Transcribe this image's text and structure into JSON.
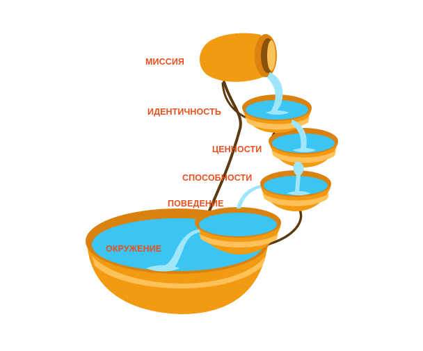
{
  "labels": {
    "mission": "МИССИЯ",
    "identity": "ИДЕНТИЧНОСТЬ",
    "values": "ЦЕННОСТИ",
    "abilities": "СПОСОБНОСТИ",
    "behavior": "ПОВЕДЕНИЕ",
    "environment": "ОКРУЖЕНИЕ"
  },
  "colors": {
    "label": "#e8501e",
    "bowl_outer": "#f29a12",
    "bowl_rim": "#d98210",
    "bowl_band": "#ffc25a",
    "water": "#3cc4f2",
    "water_light": "#9fe6fb",
    "stem": "#5c3a10"
  }
}
